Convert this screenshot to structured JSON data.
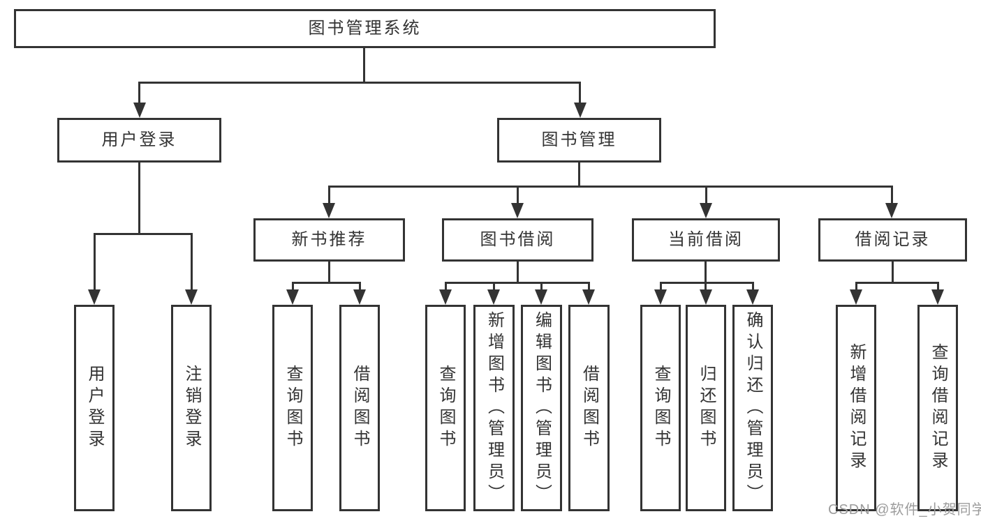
{
  "diagram": {
    "root": {
      "label": "图书管理系统"
    },
    "level2": {
      "user_login": {
        "label": "用户登录"
      },
      "book_mgmt": {
        "label": "图书管理"
      }
    },
    "level3": {
      "new_book_rec": {
        "label": "新书推荐"
      },
      "book_borrow": {
        "label": "图书借阅"
      },
      "current_borrow": {
        "label": "当前借阅"
      },
      "borrow_records": {
        "label": "借阅记录"
      }
    },
    "leaves": {
      "user_login": {
        "label": "用户登录"
      },
      "logout": {
        "label": "注销登录"
      },
      "rec_query_books": {
        "label": "查询图书"
      },
      "rec_borrow_books": {
        "label": "借阅图书"
      },
      "bb_query_books": {
        "label": "查询图书"
      },
      "bb_add_books": {
        "label": "新增图书（管理员）"
      },
      "bb_edit_books": {
        "label": "编辑图书（管理员）"
      },
      "bb_borrow_books": {
        "label": "借阅图书"
      },
      "cb_query_books": {
        "label": "查询图书"
      },
      "cb_return_books": {
        "label": "归还图书"
      },
      "cb_confirm_return": {
        "label": "确认归还（管理员）"
      },
      "br_add_record": {
        "label": "新增借阅记录"
      },
      "br_query_record": {
        "label": "查询借阅记录"
      }
    }
  },
  "watermark": {
    "text": "CSDN @软件_小贺同学"
  },
  "colors": {
    "line": "#333333",
    "text": "#333333",
    "watermark": "#9c9c9c",
    "background": "#ffffff"
  }
}
